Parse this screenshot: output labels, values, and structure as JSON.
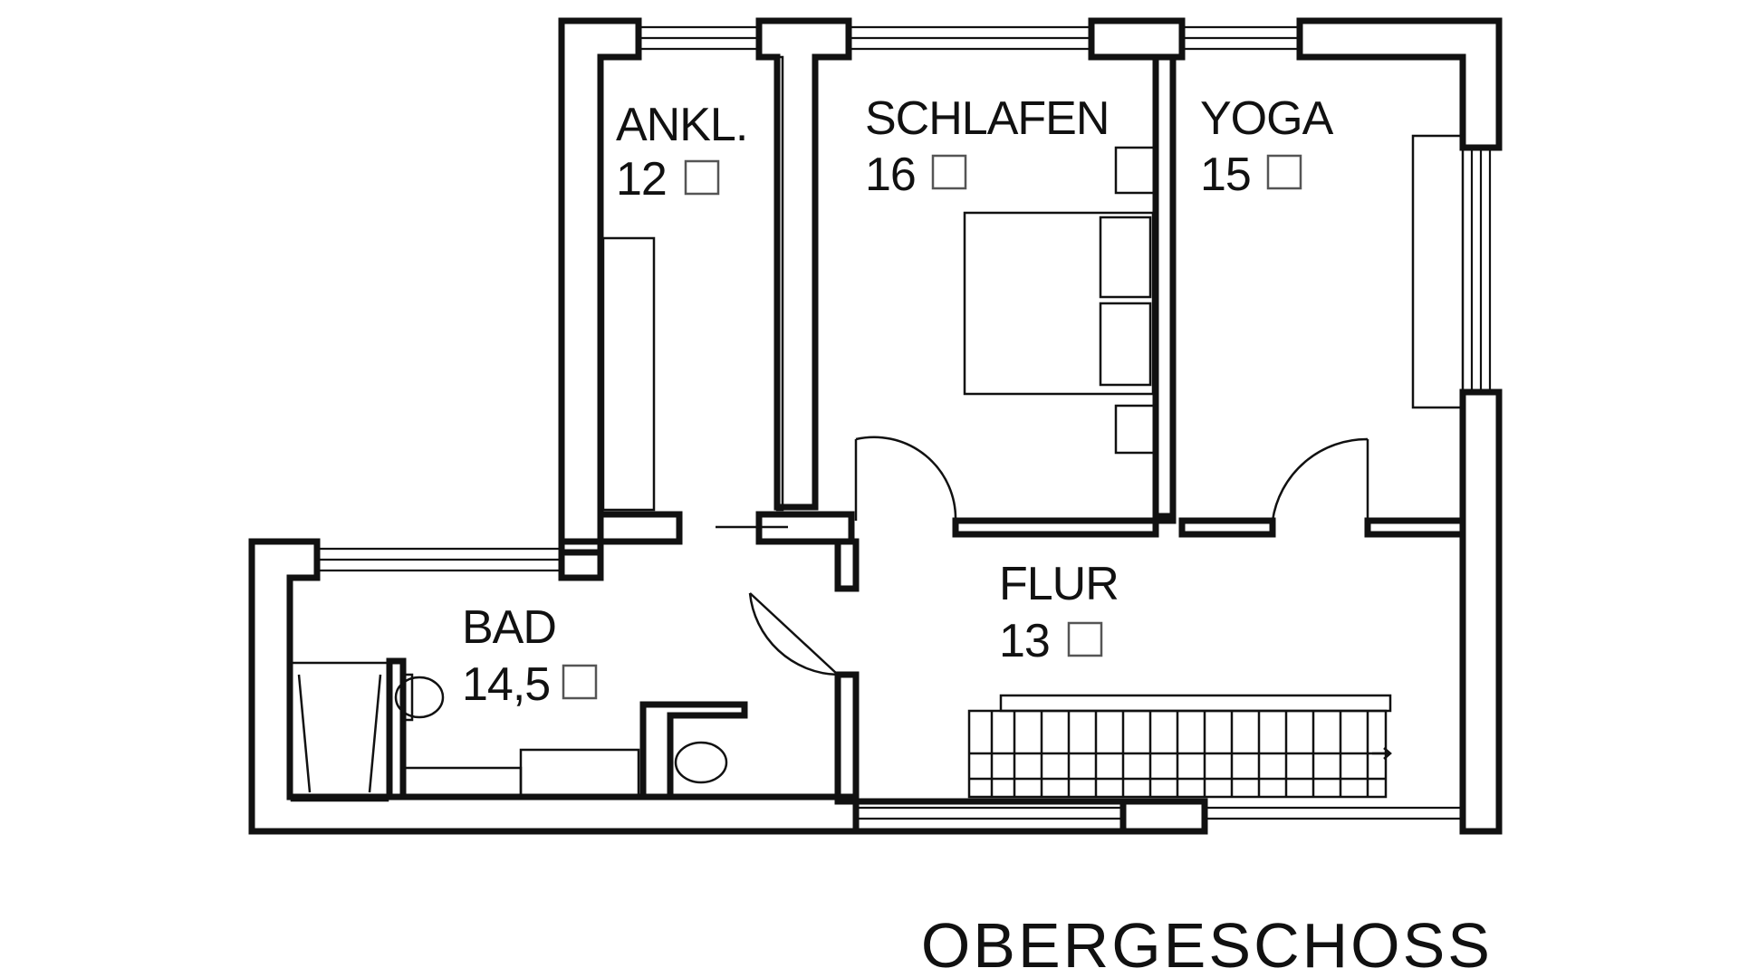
{
  "plan": {
    "title": "OBERGESCHOSS",
    "rooms": [
      {
        "id": "ankl",
        "name": "ANKL.",
        "area": "12"
      },
      {
        "id": "schlafen",
        "name": "SCHLAFEN",
        "area": "16"
      },
      {
        "id": "yoga",
        "name": "YOGA",
        "area": "15"
      },
      {
        "id": "flur",
        "name": "FLUR",
        "area": "13"
      },
      {
        "id": "bad",
        "name": "BAD",
        "area": "14,5"
      }
    ],
    "colors": {
      "ink": "#111111",
      "background": "#ffffff"
    }
  }
}
